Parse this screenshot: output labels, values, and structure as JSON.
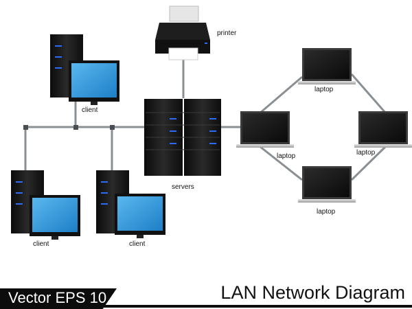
{
  "labels": {
    "printer": "printer",
    "servers": "servers",
    "client_top": "client",
    "client_bottom_left": "client",
    "client_bottom_mid": "client",
    "laptop_top": "laptop",
    "laptop_left": "laptop",
    "laptop_right": "laptop",
    "laptop_bottom": "laptop"
  },
  "footer": {
    "badge": "Vector EPS 10.",
    "title": "LAN Network Diagram"
  },
  "colors": {
    "screen_blue": "#2f97de",
    "tower_black": "#1a1a1a",
    "led_blue": "#2a6cff",
    "cable_gray": "#8a8f94"
  }
}
